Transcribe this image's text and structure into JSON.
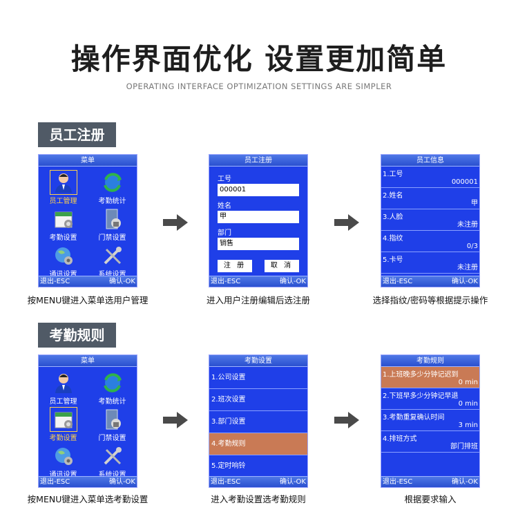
{
  "header": {
    "title": "操作界面优化 设置更加简单",
    "subtitle": "OPERATING INTERFACE OPTIMIZATION SETTINGS ARE SIMPLER"
  },
  "section1": {
    "label": "员工注册",
    "screen1": {
      "title": "菜单",
      "items": [
        "员工管理",
        "考勤统计",
        "考勤设置",
        "门禁设置",
        "通讯设置",
        "系统设置"
      ],
      "esc": "退出-ESC",
      "ok": "确认-OK"
    },
    "screen2": {
      "title": "员工注册",
      "id_label": "工号",
      "id_value": "000001",
      "name_label": "姓名",
      "name_value": "甲",
      "dept_label": "部门",
      "dept_value": "销售",
      "register": "注 册",
      "cancel": "取 消",
      "esc": "退出-ESC",
      "ok": "确认-OK"
    },
    "screen3": {
      "title": "员工信息",
      "rows": [
        {
          "k": "1.工号",
          "v": "000001"
        },
        {
          "k": "2.姓名",
          "v": "甲"
        },
        {
          "k": "3.人脸",
          "v": "未注册"
        },
        {
          "k": "4.指纹",
          "v": "0/3"
        },
        {
          "k": "5.卡号",
          "v": "未注册"
        }
      ],
      "esc": "退出-ESC",
      "ok": "确认-OK"
    },
    "captions": [
      "按MENU键进入菜单选用户管理",
      "进入用户注册编辑后选注册",
      "选择指纹/密码等根据提示操作"
    ]
  },
  "section2": {
    "label": "考勤规则",
    "screen1": {
      "title": "菜单",
      "items": [
        "员工管理",
        "考勤统计",
        "考勤设置",
        "门禁设置",
        "通讯设置",
        "系统设置"
      ],
      "esc": "退出-ESC",
      "ok": "确认-OK"
    },
    "screen2": {
      "title": "考勤设置",
      "items": [
        "1.公司设置",
        "2.班次设置",
        "3.部门设置",
        "4.考勤规则",
        "5.定时响铃"
      ],
      "esc": "退出-ESC",
      "ok": "确认-OK"
    },
    "screen3": {
      "title": "考勤规则",
      "rows": [
        {
          "k": "1.上班晚多少分钟记迟到",
          "v": "0 min"
        },
        {
          "k": "2.下班早多少分钟记早退",
          "v": "0 min"
        },
        {
          "k": "3.考勤重复确认时间",
          "v": "3 min"
        },
        {
          "k": "4.排班方式",
          "v": "部门排班"
        }
      ],
      "esc": "退出-ESC",
      "ok": "确认-OK"
    },
    "captions": [
      "按MENU键进入菜单选考勤设置",
      "进入考勤设置选考勤规则",
      "根据要求输入"
    ]
  },
  "colors": {
    "screen_blue": "#1f3fe8",
    "highlight": "#c97a55",
    "section_bg": "#505a66",
    "arrow": "#4a4a4a"
  }
}
